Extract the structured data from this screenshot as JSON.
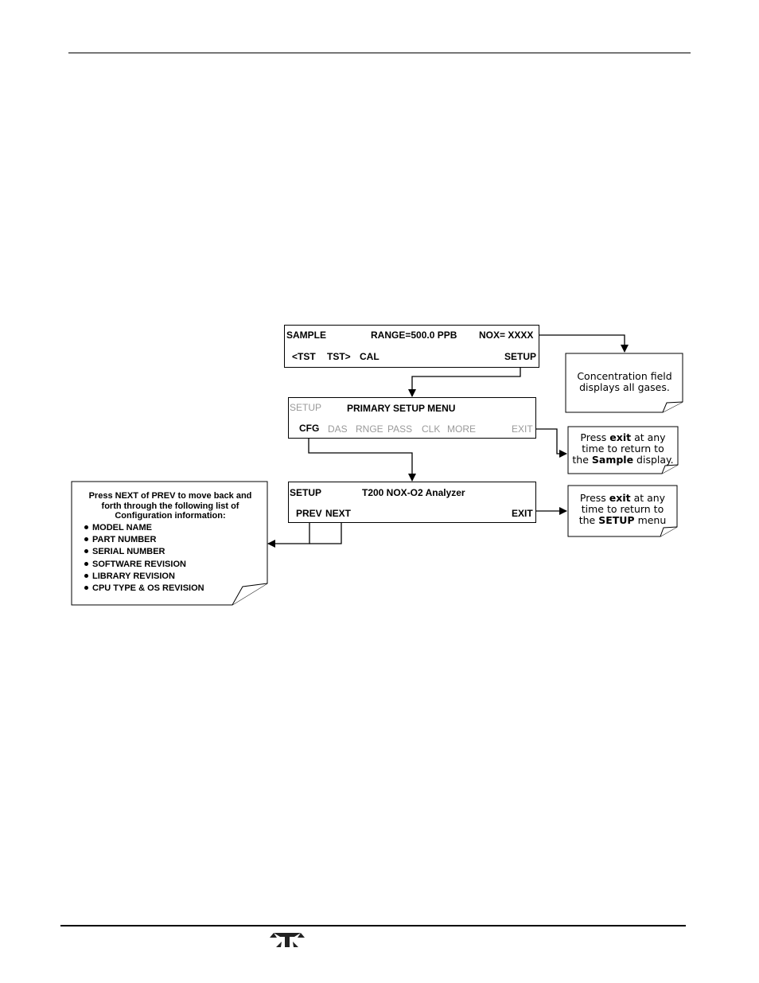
{
  "panels": {
    "sample": {
      "mode": "SAMPLE",
      "range": "RANGE=500.0 PPB",
      "conc": "NOX= XXXX",
      "btn_tst_prev": "<TST",
      "btn_tst_next": "TST>",
      "btn_cal": "CAL",
      "btn_setup": "SETUP"
    },
    "primary_setup": {
      "mode": "SETUP",
      "title": "PRIMARY SETUP MENU",
      "btn_cfg": "CFG",
      "btn_das": "DAS",
      "btn_rnge": "RNGE",
      "btn_pass": "PASS",
      "btn_clk": "CLK",
      "btn_more": "MORE",
      "btn_exit": "EXIT"
    },
    "cfg": {
      "mode": "SETUP",
      "title": "T200 NOX-O2 Analyzer",
      "btn_prev": "PREV",
      "btn_next": "NEXT",
      "btn_exit": "EXIT"
    }
  },
  "notes": {
    "concentration": {
      "line1": "Concentration field",
      "line2": "displays all gases."
    },
    "exit_sample": {
      "pre": "Press ",
      "key": "exit",
      "post": " at any",
      "line2": "time to return to",
      "line3_pre": "the ",
      "line3_bold": "Sample",
      "line3_post": " display."
    },
    "exit_setup": {
      "pre": "Press ",
      "key": "exit",
      "post": " at any",
      "line2": "time to return to",
      "line3_pre": "the ",
      "line3_bold": "SETUP",
      "line3_post": " menu"
    },
    "config_list": {
      "line1": "Press NEXT of PREV to move back and",
      "line2": "forth through the following list of",
      "line3": "Configuration information:",
      "items": [
        "MODEL NAME",
        "PART NUMBER",
        "SERIAL NUMBER",
        "SOFTWARE REVISION",
        "LIBRARY REVISION",
        "CPU TYPE & OS REVISION"
      ]
    }
  },
  "icons": {
    "footer_logo": "teledyne-logo-icon"
  }
}
